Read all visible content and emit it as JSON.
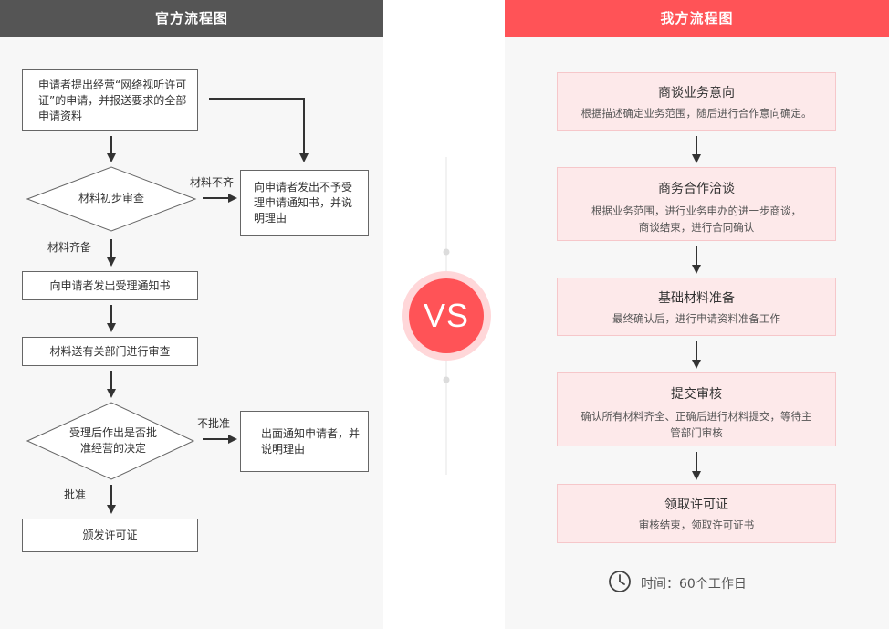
{
  "left": {
    "title": "官方流程图",
    "box_apply": "申请者提出经营“网络视听许可证”的申请，并报送要求的全部申请资料",
    "diamond_initial_review": "材料初步审查",
    "label_incomplete": "材料不齐",
    "box_reject_notice": "向申请者发出不予受理申请通知书，并说明理由",
    "label_complete": "材料齐备",
    "box_accept_notice": "向申请者发出受理通知书",
    "box_dept_review": "材料送有关部门进行审查",
    "diamond_decision": "受理后作出是否批准经营的决定",
    "label_not_approved": "不批准",
    "box_notify_reason": "出面通知申请者，并说明理由",
    "label_approved": "批准",
    "box_issue_license": "颁发许可证"
  },
  "vs": "VS",
  "right": {
    "title": "我方流程图",
    "steps": [
      {
        "title": "商谈业务意向",
        "desc": "根据描述确定业务范围，随后进行合作意向确定。"
      },
      {
        "title": "商务合作洽谈",
        "desc": "根据业务范围，进行业务申办的进一步商谈，商谈结束，进行合同确认"
      },
      {
        "title": "基础材料准备",
        "desc": "最终确认后，进行申请资料准备工作"
      },
      {
        "title": "提交审核",
        "desc": "确认所有材料齐全、正确后进行材料提交，等待主管部门审核"
      },
      {
        "title": "领取许可证",
        "desc": "审核结束，领取许可证书"
      }
    ],
    "time_text": "时间：60个工作日"
  },
  "colors": {
    "accent": "#ff5357",
    "left_header": "#555555",
    "card_bg": "#fde9ea",
    "panel_bg": "#f7f7f7"
  }
}
